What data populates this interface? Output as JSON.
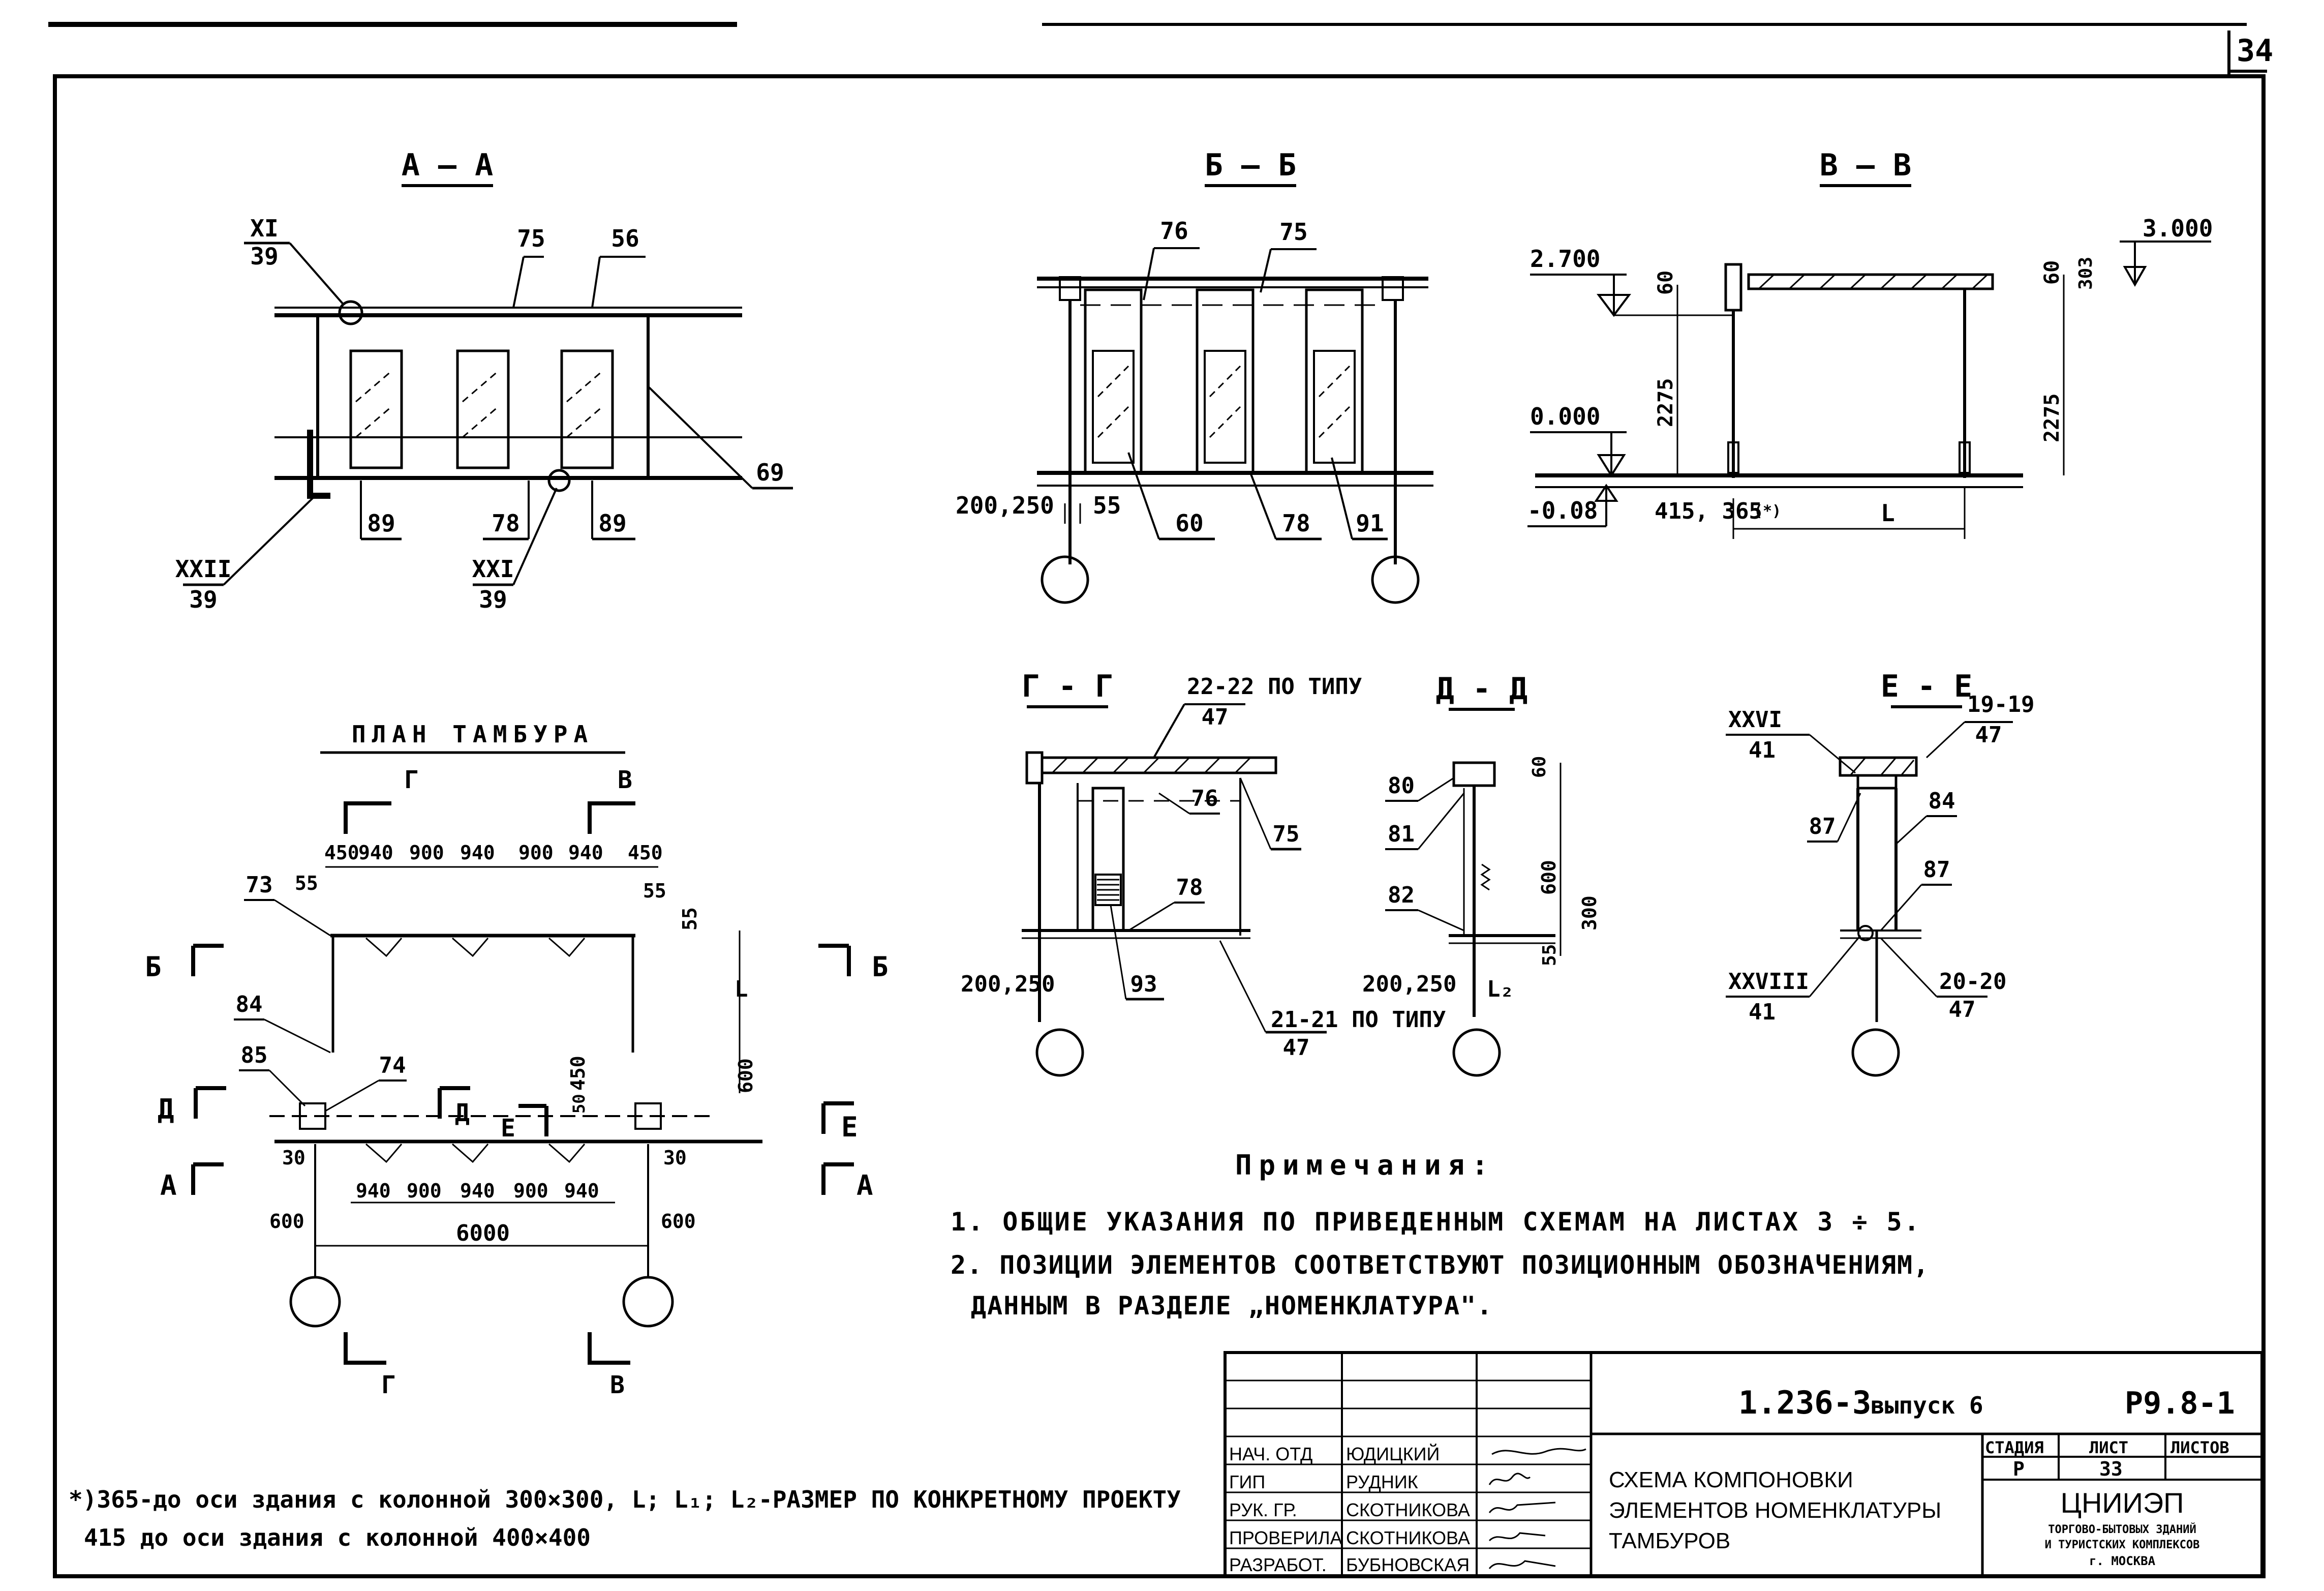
{
  "sheet": {
    "sheet_corner": "34",
    "footnote_line1": "*)365-до оси здания с колонной 300×300, L; L₁; L₂-РАЗМЕР ПО КОНКРЕТНОМУ ПРОЕКТУ",
    "footnote_line2": "415 до оси здания с колонной 400×400"
  },
  "sections": {
    "aa": {
      "title": "А – А",
      "callouts": [
        "75",
        "56",
        "69",
        "89",
        "78",
        "89"
      ],
      "node_refs": [
        {
          "top": "XI",
          "bottom": "39"
        },
        {
          "top": "XXII",
          "bottom": "39"
        },
        {
          "top": "XXI",
          "bottom": "39"
        }
      ]
    },
    "bb": {
      "title": "Б – Б",
      "callouts": [
        "76",
        "75",
        "60",
        "78",
        "91"
      ],
      "dims": [
        "200,250",
        "55"
      ]
    },
    "vv": {
      "title": "В – В",
      "levels": [
        "2.700",
        "3.000",
        "0.000",
        "-0.08"
      ],
      "dims": [
        "60",
        "60",
        "303",
        "2275",
        "2275",
        "415, 365",
        "(*)",
        "L"
      ]
    },
    "plan": {
      "title": "ПЛАН ТАМБУРА",
      "cut_letters": [
        "Г",
        "В",
        "Б",
        "Б",
        "Д",
        "Д",
        "Е",
        "Е",
        "А",
        "А",
        "Г",
        "В"
      ],
      "top_dims": [
        "450",
        "940",
        "900",
        "940",
        "900",
        "940",
        "450"
      ],
      "side_dims": [
        "55",
        "55",
        "55",
        "L",
        "600",
        "450",
        "50",
        "30",
        "30"
      ],
      "bottom_dims": [
        "940",
        "900",
        "940",
        "900",
        "940"
      ],
      "overall": "6000",
      "edge_dims": [
        "600",
        "600"
      ],
      "callouts": [
        "73",
        "84",
        "85",
        "74"
      ]
    },
    "gg": {
      "title": "Г - Г",
      "ref_top": "22-22 ПО ТИПУ",
      "ref_top_sheet": "47",
      "ref_bottom": "21-21 ПО ТИПУ",
      "ref_bottom_sheet": "47",
      "callouts": [
        "76",
        "75",
        "78",
        "93"
      ],
      "dims": [
        "200,250"
      ]
    },
    "dd": {
      "title": "Д - Д",
      "callouts": [
        "80",
        "81",
        "82"
      ],
      "dims": [
        "60",
        "600",
        "300",
        "55",
        "200,250",
        "L₂"
      ]
    },
    "ee": {
      "title": "Е - Е",
      "ref_top": "19-19",
      "ref_top_sheet": "47",
      "ref_bottom": "20-20",
      "ref_bottom_sheet": "47",
      "node_refs": [
        {
          "top": "XXVI",
          "bottom": "41"
        },
        {
          "top": "XXVIII",
          "bottom": "41"
        }
      ],
      "callouts": [
        "87",
        "84",
        "87"
      ]
    }
  },
  "notes": {
    "heading": "Примечания:",
    "items": [
      "1. ОБЩИЕ УКАЗАНИЯ ПО ПРИВЕДЕННЫМ СХЕМАМ НА ЛИСТАХ 3 ÷ 5.",
      "2. ПОЗИЦИИ ЭЛЕМЕНТОВ СООТВЕТСТВУЮТ ПОЗИЦИОННЫМ ОБОЗНАЧЕНИЯМ,",
      "ДАННЫМ В РАЗДЕЛЕ „НОМЕНКЛАТУРА\"."
    ]
  },
  "title_block": {
    "code": "1.236-3",
    "issue": "выпуск 6",
    "sheet_code": "Р9.8-1",
    "drawing_title": [
      "СХЕМА КОМПОНОВКИ",
      "ЭЛЕМЕНТОВ НОМЕНКЛАТУРЫ",
      "ТАМБУРОВ"
    ],
    "columns": [
      "СТАДИЯ",
      "ЛИСТ",
      "ЛИСТОВ"
    ],
    "stage": "Р",
    "sheet_no": "33",
    "org_name": "ЦНИИЭП",
    "org_line2": "ТОРГОВО-БЫТОВЫХ ЗДАНИЙ",
    "org_line3": "И ТУРИСТСКИХ КОМПЛЕКСОВ",
    "org_city": "г. МОСКВА",
    "people": [
      {
        "role": "НАЧ. ОТД",
        "name": "ЮДИЦКИЙ"
      },
      {
        "role": "ГИП",
        "name": "РУДНИК"
      },
      {
        "role": "РУК. ГР.",
        "name": "СКОТНИКОВА"
      },
      {
        "role": "ПРОВЕРИЛА",
        "name": "СКОТНИКОВА"
      },
      {
        "role": "РАЗРАБОТ.",
        "name": "БУБНОВСКАЯ"
      }
    ]
  }
}
